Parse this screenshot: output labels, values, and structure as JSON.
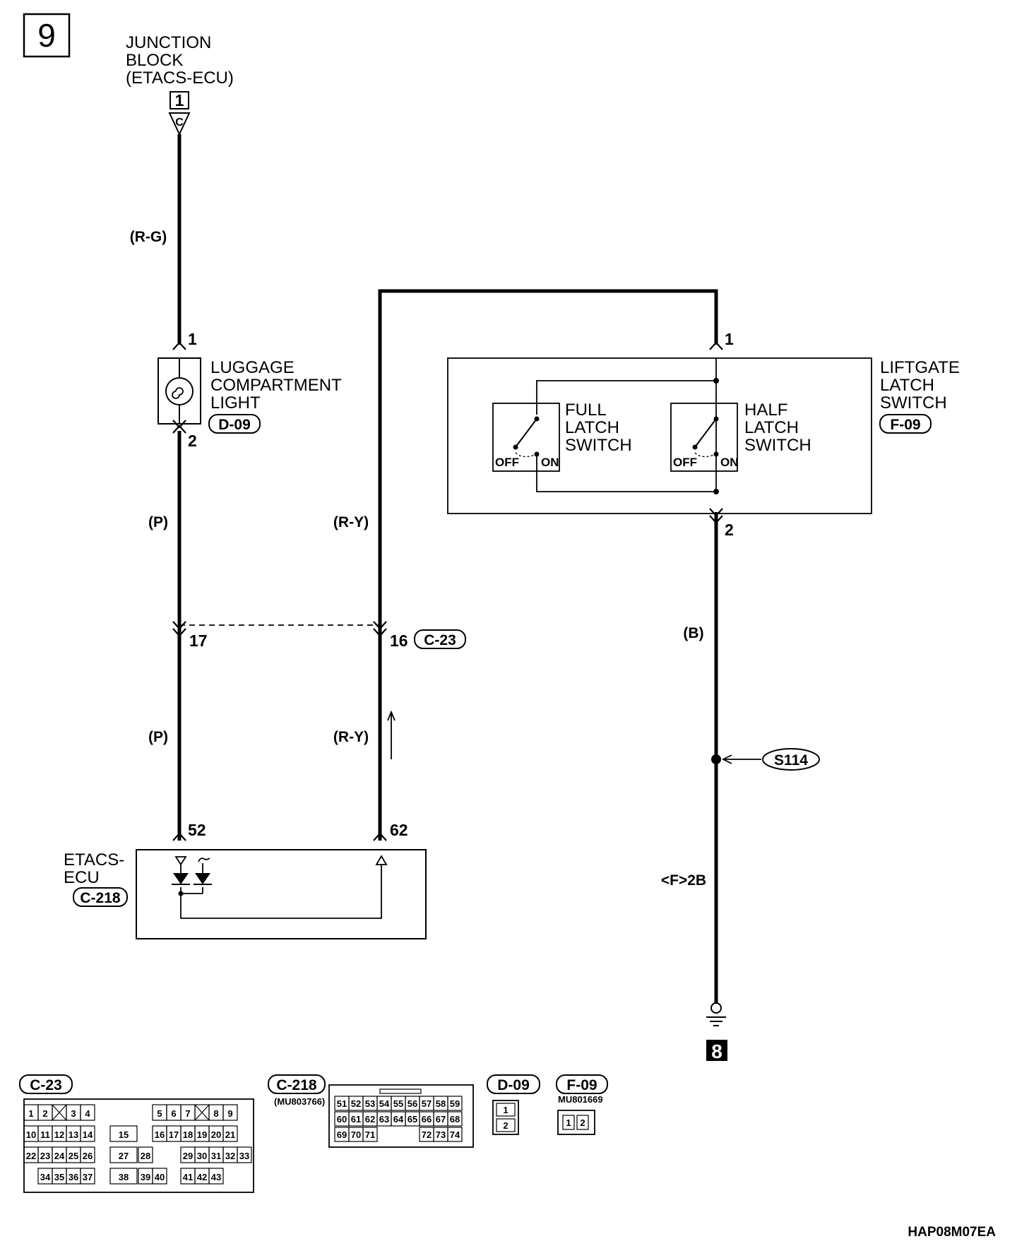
{
  "page_number": "9",
  "continue_to": "8",
  "figure_code": "HAP08M07EA",
  "junction_block": {
    "line1": "JUNCTION",
    "line2": "BLOCK",
    "line3": "(ETACS-ECU)",
    "terminal": "1",
    "marker": "C"
  },
  "luggage_light": {
    "line1": "LUGGAGE",
    "line2": "COMPARTMENT",
    "line3": "LIGHT",
    "connector": "D-09",
    "pin_top": "1",
    "pin_bottom": "2"
  },
  "liftgate_switch": {
    "line1": "LIFTGATE",
    "line2": "LATCH",
    "line3": "SWITCH",
    "connector": "F-09",
    "pin_top": "1",
    "pin_bottom": "2"
  },
  "full_latch": {
    "line1": "FULL",
    "line2": "LATCH",
    "line3": "SWITCH",
    "off": "OFF",
    "on": "ON"
  },
  "half_latch": {
    "line1": "HALF",
    "line2": "LATCH",
    "line3": "SWITCH",
    "off": "OFF",
    "on": "ON"
  },
  "etacs_ecu": {
    "line1": "ETACS-",
    "line2": "ECU",
    "connector": "C-218",
    "pin_left": "52",
    "pin_right": "62"
  },
  "wire_colors": {
    "rg": "(R-G)",
    "p1": "(P)",
    "p2": "(P)",
    "ry1": "(R-Y)",
    "ry2": "(R-Y)",
    "b": "(B)"
  },
  "intermediate": {
    "pin_left": "17",
    "pin_right": "16",
    "connector": "C-23"
  },
  "splice": "S114",
  "ground_ref": "<F>2B",
  "connector_views": {
    "c23": {
      "label": "C-23",
      "row1": [
        "1",
        "2",
        "",
        "3",
        "4",
        "5",
        "6",
        "7",
        "",
        "8",
        "9"
      ],
      "row2": [
        "10",
        "11",
        "12",
        "13",
        "14",
        "15",
        "16",
        "17",
        "18",
        "19",
        "20",
        "21"
      ],
      "row3": [
        "22",
        "23",
        "24",
        "25",
        "26",
        "27",
        "28",
        "29",
        "30",
        "31",
        "32",
        "33"
      ],
      "row4": [
        "34",
        "35",
        "36",
        "37",
        "38",
        "39",
        "40",
        "41",
        "42",
        "43"
      ]
    },
    "c218": {
      "label": "C-218",
      "part": "(MU803766)",
      "row1": [
        "51",
        "52",
        "53",
        "54",
        "55",
        "56",
        "57",
        "58",
        "59"
      ],
      "row2": [
        "60",
        "61",
        "62",
        "63",
        "64",
        "65",
        "66",
        "67",
        "68"
      ],
      "row3": [
        "69",
        "70",
        "71",
        "72",
        "73",
        "74"
      ]
    },
    "d09": {
      "label": "D-09",
      "pins": [
        "1",
        "2"
      ]
    },
    "f09": {
      "label": "F-09",
      "part": "MU801669",
      "pins": [
        "1",
        "2"
      ]
    }
  }
}
